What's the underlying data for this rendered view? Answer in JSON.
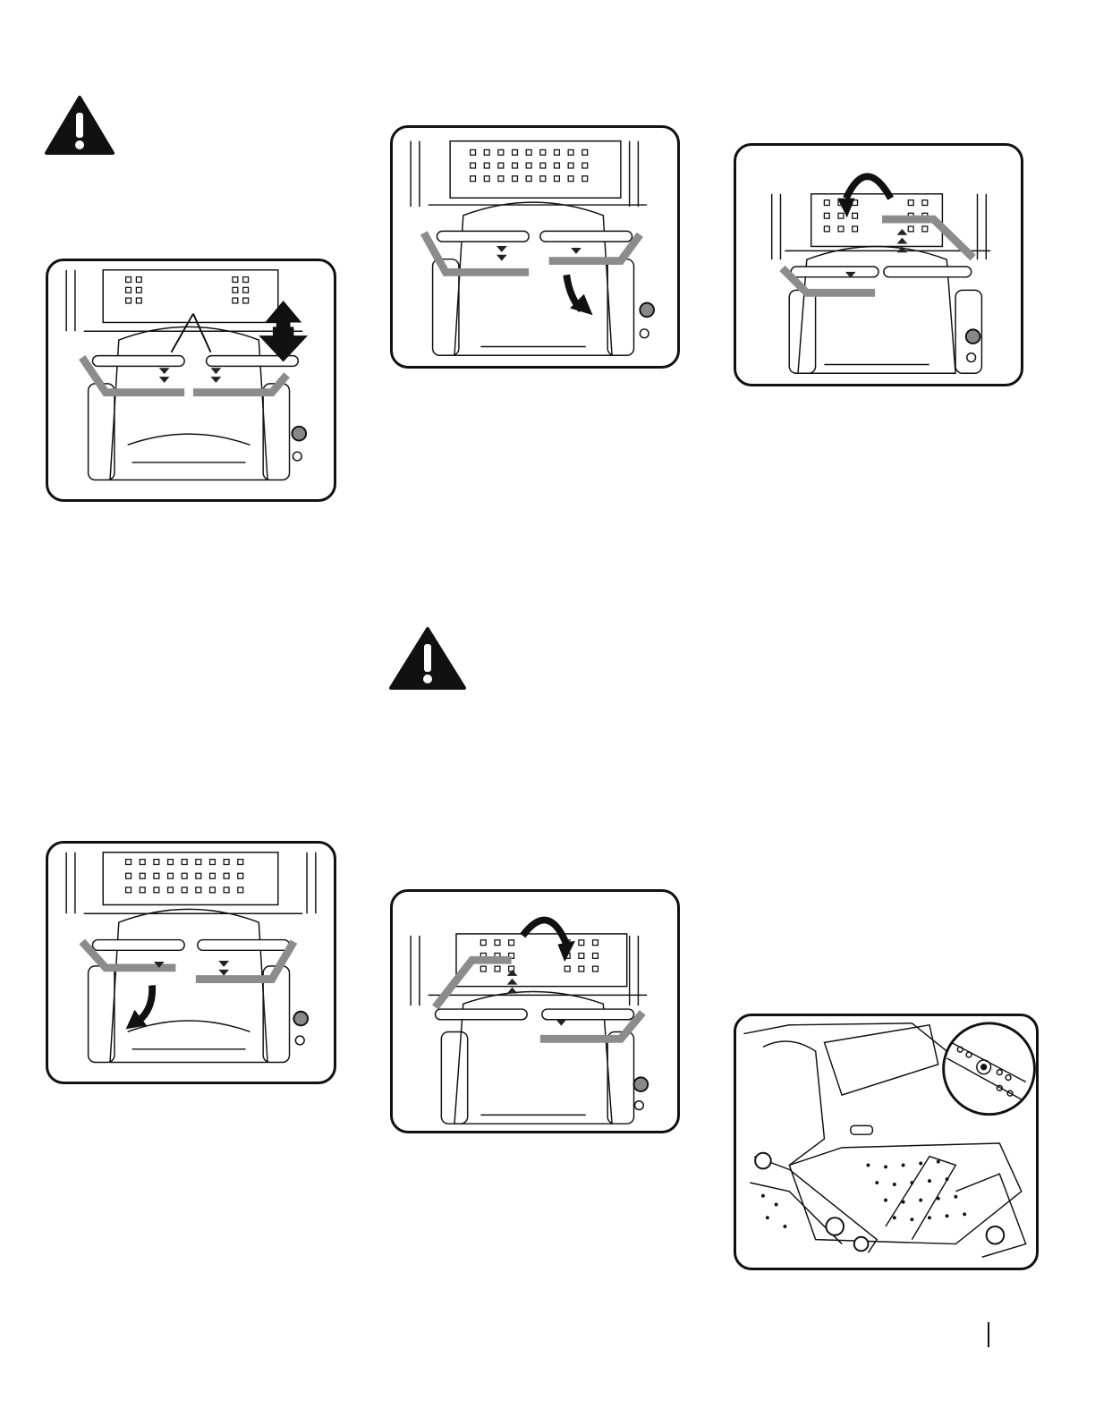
{
  "warnings": [
    {
      "icon": "warning-triangle-icon"
    },
    {
      "icon": "warning-triangle-icon"
    }
  ],
  "figures": [
    {
      "id": "fig-a",
      "depicts": "adjust-lap-bars-up-down"
    },
    {
      "id": "fig-b",
      "depicts": "left-lap-bar-swing-down"
    },
    {
      "id": "fig-c",
      "depicts": "right-lap-bar-swing-down"
    },
    {
      "id": "fig-d",
      "depicts": "left-lap-bar-rotate-up"
    },
    {
      "id": "fig-e",
      "depicts": "right-lap-bar-rotate-up"
    },
    {
      "id": "fig-f",
      "depicts": "deck-height-adjust-detail"
    }
  ],
  "colors": {
    "line": "#111111",
    "bar": "#8c8c8c",
    "marker": "#222222"
  }
}
